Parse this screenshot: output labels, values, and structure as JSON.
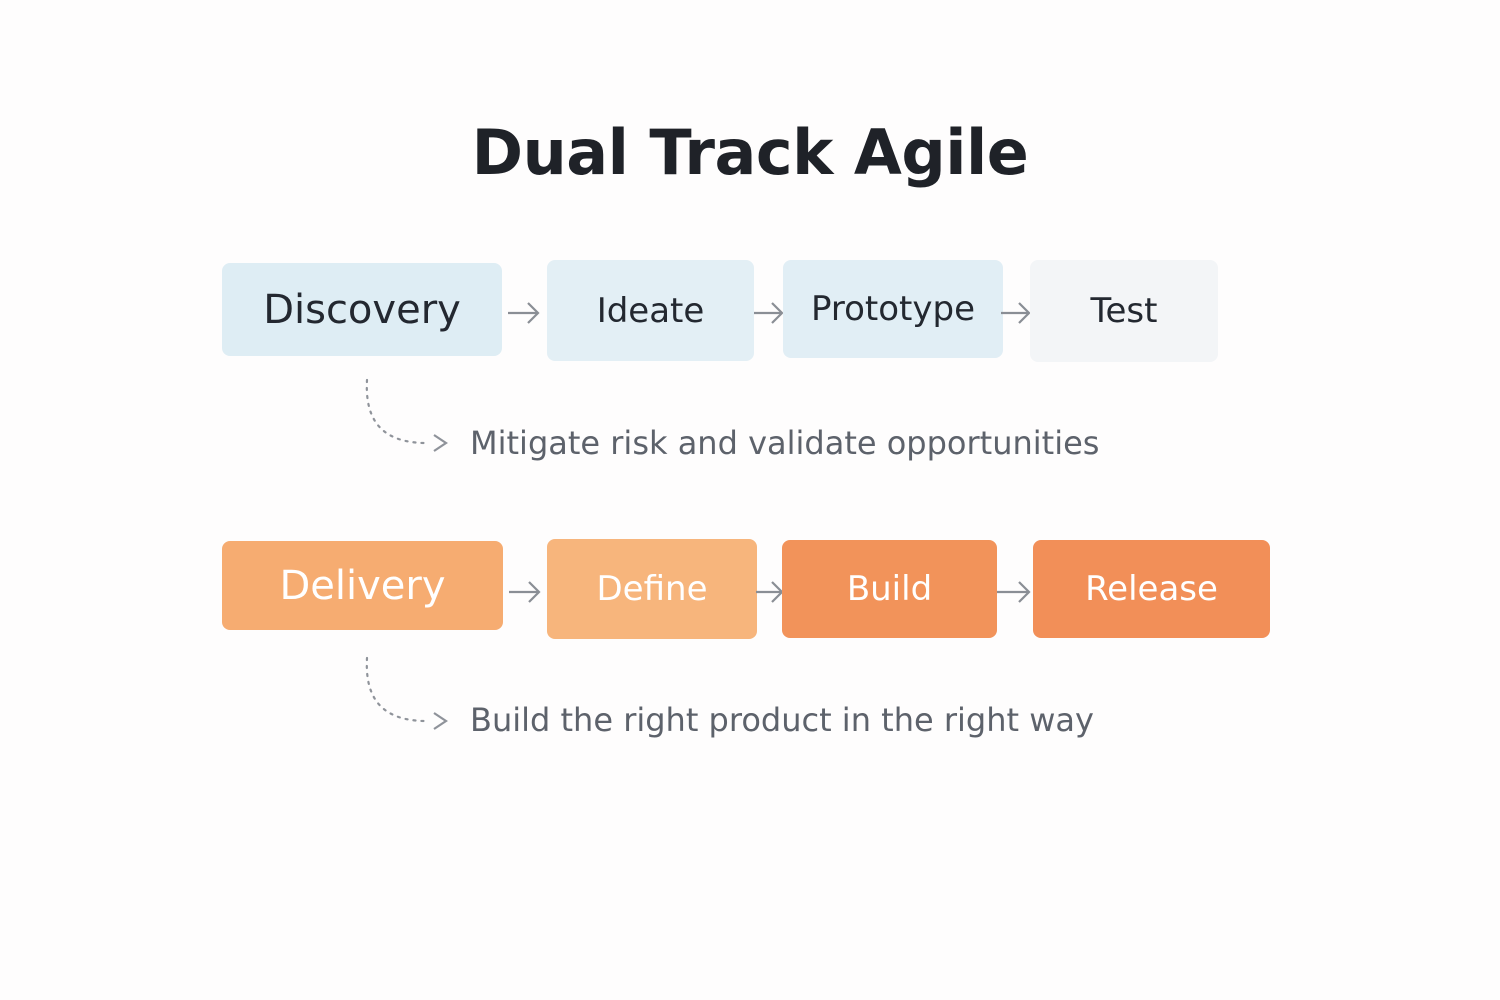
{
  "title": "Dual Track Agile",
  "discovery_track": {
    "label": "Discovery",
    "steps": [
      "Ideate",
      "Prototype",
      "Test"
    ],
    "note": "Mitigate risk and validate opportunities"
  },
  "delivery_track": {
    "label": "Delivery",
    "steps": [
      "Define",
      "Build",
      "Release"
    ],
    "note": "Build the right product in the right way"
  },
  "colors": {
    "discovery_main": "#deedf4",
    "discovery_step_1": "#e3eff5",
    "discovery_step_2": "#e1eef5",
    "discovery_step_3": "#f3f5f7",
    "delivery_main": "#f6ac71",
    "delivery_step_1": "#f7b57c",
    "delivery_step_2": "#f2935a",
    "delivery_step_3": "#f28f58",
    "arrow": "#8a8e95",
    "title": "#1f2228",
    "note": "#5d626b"
  },
  "icons": {
    "flow_arrow": "right-arrow-icon",
    "note_connector": "dotted-curved-arrow-icon"
  }
}
